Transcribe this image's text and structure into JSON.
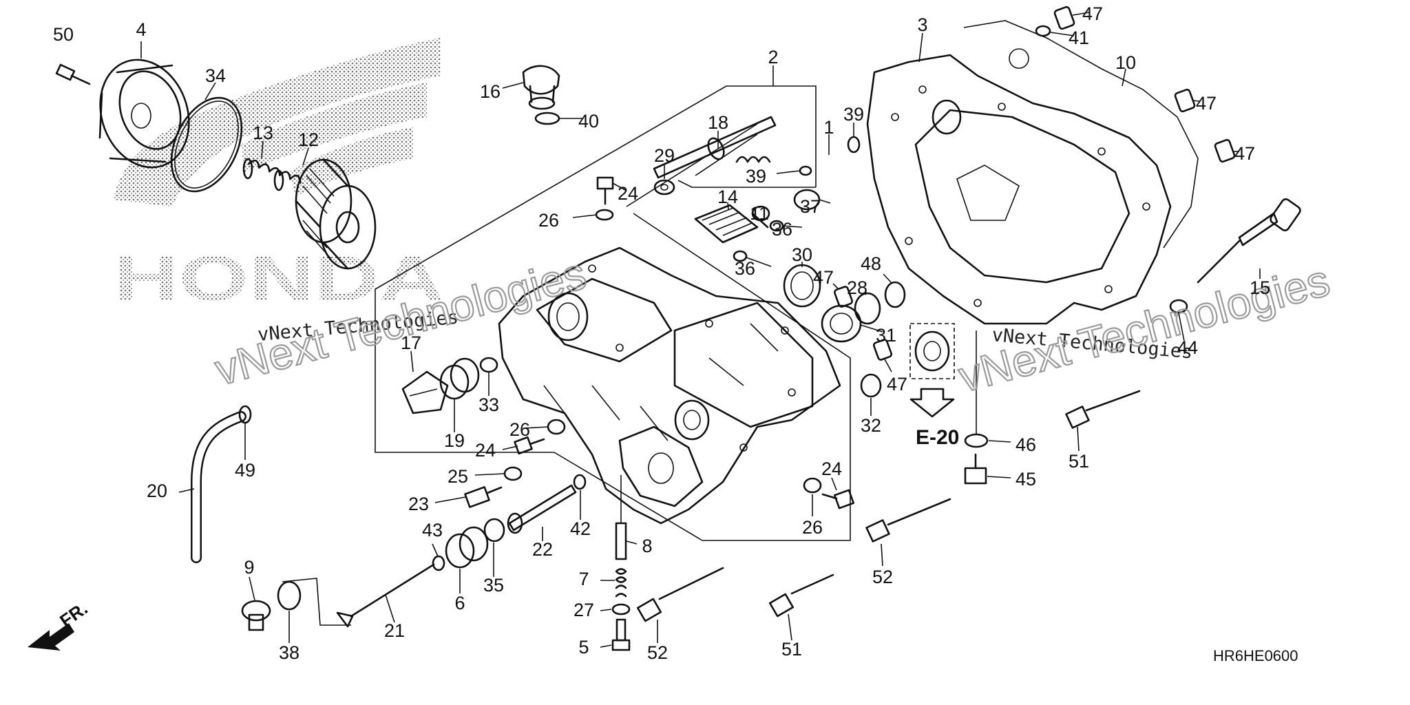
{
  "diagram": {
    "reference_code": "HR6HE0600",
    "section_ref": "E-20",
    "direction_label": "FR.",
    "logo_text": "HONDA",
    "watermark_small": "vNext Technologies",
    "watermark_large": "vNext Technologies",
    "callouts": [
      {
        "id": "c50a",
        "text": "50"
      },
      {
        "id": "c4",
        "text": "4"
      },
      {
        "id": "c34",
        "text": "34"
      },
      {
        "id": "c13",
        "text": "13"
      },
      {
        "id": "c12",
        "text": "12"
      },
      {
        "id": "c16",
        "text": "16"
      },
      {
        "id": "c40",
        "text": "40"
      },
      {
        "id": "c2",
        "text": "2"
      },
      {
        "id": "c18",
        "text": "18"
      },
      {
        "id": "c1",
        "text": "1"
      },
      {
        "id": "c39a",
        "text": "39"
      },
      {
        "id": "c39b",
        "text": "39"
      },
      {
        "id": "c29",
        "text": "29"
      },
      {
        "id": "c24a",
        "text": "24"
      },
      {
        "id": "c26a",
        "text": "26"
      },
      {
        "id": "c14",
        "text": "14"
      },
      {
        "id": "c11",
        "text": "11"
      },
      {
        "id": "c37",
        "text": "37"
      },
      {
        "id": "c36a",
        "text": "36"
      },
      {
        "id": "c36b",
        "text": "36"
      },
      {
        "id": "c30",
        "text": "30"
      },
      {
        "id": "c47a",
        "text": "47"
      },
      {
        "id": "c28",
        "text": "28"
      },
      {
        "id": "c48",
        "text": "48"
      },
      {
        "id": "c31",
        "text": "31"
      },
      {
        "id": "c3",
        "text": "3"
      },
      {
        "id": "c47b",
        "text": "47"
      },
      {
        "id": "c41",
        "text": "41"
      },
      {
        "id": "c10",
        "text": "10"
      },
      {
        "id": "c47c",
        "text": "47"
      },
      {
        "id": "c47d",
        "text": "47"
      },
      {
        "id": "c15",
        "text": "15"
      },
      {
        "id": "c44",
        "text": "44"
      },
      {
        "id": "c17",
        "text": "17"
      },
      {
        "id": "c33",
        "text": "33"
      },
      {
        "id": "c19",
        "text": "19"
      },
      {
        "id": "c49",
        "text": "49"
      },
      {
        "id": "c20",
        "text": "20"
      },
      {
        "id": "c26b",
        "text": "26"
      },
      {
        "id": "c24b",
        "text": "24"
      },
      {
        "id": "c25",
        "text": "25"
      },
      {
        "id": "c23",
        "text": "23"
      },
      {
        "id": "c22",
        "text": "22"
      },
      {
        "id": "c42",
        "text": "42"
      },
      {
        "id": "c43",
        "text": "43"
      },
      {
        "id": "c35",
        "text": "35"
      },
      {
        "id": "c6",
        "text": "6"
      },
      {
        "id": "c9",
        "text": "9"
      },
      {
        "id": "c38",
        "text": "38"
      },
      {
        "id": "c21",
        "text": "21"
      },
      {
        "id": "c8",
        "text": "8"
      },
      {
        "id": "c7",
        "text": "7"
      },
      {
        "id": "c27",
        "text": "27"
      },
      {
        "id": "c5",
        "text": "5"
      },
      {
        "id": "c52a",
        "text": "52"
      },
      {
        "id": "c51a",
        "text": "51"
      },
      {
        "id": "c47e",
        "text": "47"
      },
      {
        "id": "c32",
        "text": "32"
      },
      {
        "id": "c24c",
        "text": "24"
      },
      {
        "id": "c26c",
        "text": "26"
      },
      {
        "id": "c52b",
        "text": "52"
      },
      {
        "id": "c46",
        "text": "46"
      },
      {
        "id": "c45",
        "text": "45"
      },
      {
        "id": "c51b",
        "text": "51"
      }
    ]
  }
}
